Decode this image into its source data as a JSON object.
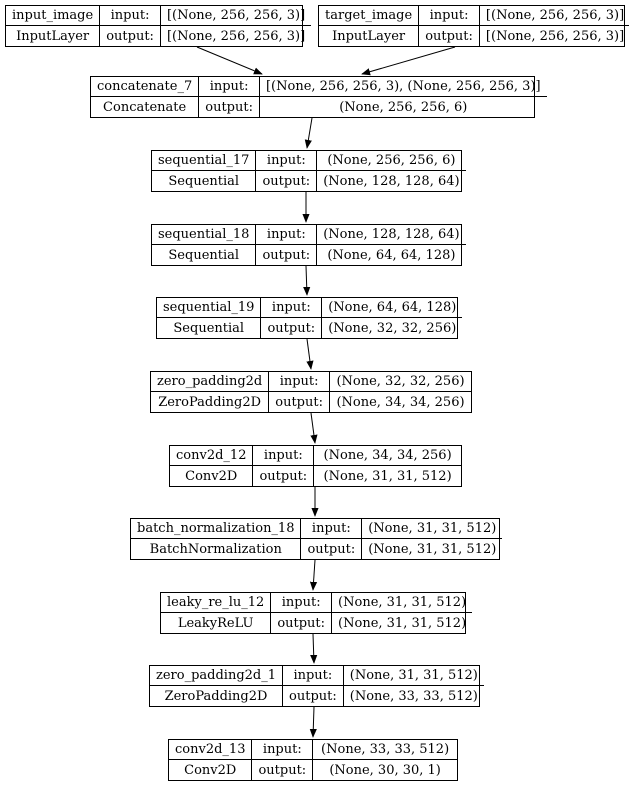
{
  "diagram": {
    "kind": "keras-model-architecture-plot",
    "colors": {
      "background": "#ffffff",
      "border": "#000000",
      "text": "#000000"
    },
    "nodes": [
      {
        "id": "input_image",
        "name": "input_image",
        "class_name": "InputLayer",
        "input_label": "input:",
        "output_label": "output:",
        "input_shape": "[(None, 256, 256, 3)]",
        "output_shape": "[(None, 256, 256, 3)]"
      },
      {
        "id": "target_image",
        "name": "target_image",
        "class_name": "InputLayer",
        "input_label": "input:",
        "output_label": "output:",
        "input_shape": "[(None, 256, 256, 3)]",
        "output_shape": "[(None, 256, 256, 3)]"
      },
      {
        "id": "concatenate_7",
        "name": "concatenate_7",
        "class_name": "Concatenate",
        "input_label": "input:",
        "output_label": "output:",
        "input_shape": "[(None, 256, 256, 3), (None, 256, 256, 3)]",
        "output_shape": "(None, 256, 256, 6)"
      },
      {
        "id": "sequential_17",
        "name": "sequential_17",
        "class_name": "Sequential",
        "input_label": "input:",
        "output_label": "output:",
        "input_shape": "(None, 256, 256, 6)",
        "output_shape": "(None, 128, 128, 64)"
      },
      {
        "id": "sequential_18",
        "name": "sequential_18",
        "class_name": "Sequential",
        "input_label": "input:",
        "output_label": "output:",
        "input_shape": "(None, 128, 128, 64)",
        "output_shape": "(None, 64, 64, 128)"
      },
      {
        "id": "sequential_19",
        "name": "sequential_19",
        "class_name": "Sequential",
        "input_label": "input:",
        "output_label": "output:",
        "input_shape": "(None, 64, 64, 128)",
        "output_shape": "(None, 32, 32, 256)"
      },
      {
        "id": "zero_padding2d",
        "name": "zero_padding2d",
        "class_name": "ZeroPadding2D",
        "input_label": "input:",
        "output_label": "output:",
        "input_shape": "(None, 32, 32, 256)",
        "output_shape": "(None, 34, 34, 256)"
      },
      {
        "id": "conv2d_12",
        "name": "conv2d_12",
        "class_name": "Conv2D",
        "input_label": "input:",
        "output_label": "output:",
        "input_shape": "(None, 34, 34, 256)",
        "output_shape": "(None, 31, 31, 512)"
      },
      {
        "id": "batch_normalization_18",
        "name": "batch_normalization_18",
        "class_name": "BatchNormalization",
        "input_label": "input:",
        "output_label": "output:",
        "input_shape": "(None, 31, 31, 512)",
        "output_shape": "(None, 31, 31, 512)"
      },
      {
        "id": "leaky_re_lu_12",
        "name": "leaky_re_lu_12",
        "class_name": "LeakyReLU",
        "input_label": "input:",
        "output_label": "output:",
        "input_shape": "(None, 31, 31, 512)",
        "output_shape": "(None, 31, 31, 512)"
      },
      {
        "id": "zero_padding2d_1",
        "name": "zero_padding2d_1",
        "class_name": "ZeroPadding2D",
        "input_label": "input:",
        "output_label": "output:",
        "input_shape": "(None, 31, 31, 512)",
        "output_shape": "(None, 33, 33, 512)"
      },
      {
        "id": "conv2d_13",
        "name": "conv2d_13",
        "class_name": "Conv2D",
        "input_label": "input:",
        "output_label": "output:",
        "input_shape": "(None, 33, 33, 512)",
        "output_shape": "(None, 30, 30, 1)"
      }
    ],
    "edges": [
      {
        "from": "input_image",
        "to": "concatenate_7"
      },
      {
        "from": "target_image",
        "to": "concatenate_7"
      },
      {
        "from": "concatenate_7",
        "to": "sequential_17"
      },
      {
        "from": "sequential_17",
        "to": "sequential_18"
      },
      {
        "from": "sequential_18",
        "to": "sequential_19"
      },
      {
        "from": "sequential_19",
        "to": "zero_padding2d"
      },
      {
        "from": "zero_padding2d",
        "to": "conv2d_12"
      },
      {
        "from": "conv2d_12",
        "to": "batch_normalization_18"
      },
      {
        "from": "batch_normalization_18",
        "to": "leaky_re_lu_12"
      },
      {
        "from": "leaky_re_lu_12",
        "to": "zero_padding2d_1"
      },
      {
        "from": "zero_padding2d_1",
        "to": "conv2d_13"
      }
    ]
  }
}
